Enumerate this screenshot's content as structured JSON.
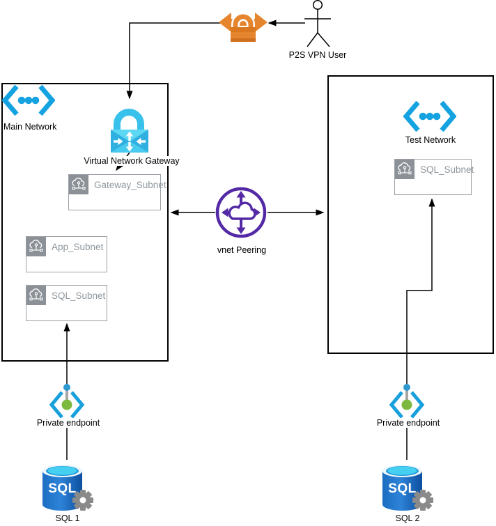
{
  "nodes": {
    "p2s_vpn_user": {
      "label": "P2S VPN User"
    },
    "main_network": {
      "label": "Main Network"
    },
    "virtual_network_gateway": {
      "label": "Virtual Network Gateway"
    },
    "gateway_subnet": {
      "label": "Gateway_Subnet"
    },
    "app_subnet": {
      "label": "App_Subnet"
    },
    "main_sql_subnet": {
      "label": "SQL_Subnet"
    },
    "test_network": {
      "label": "Test Network"
    },
    "test_sql_subnet": {
      "label": "SQL_Subnet"
    },
    "vnet_peering": {
      "label": "vnet Peering"
    },
    "private_endpoint_main": {
      "label": "Private endpoint"
    },
    "private_endpoint_test": {
      "label": "Private endpoint"
    },
    "sql_server_1": {
      "label": "SQL 1",
      "db_text": "SQL"
    },
    "sql_server_2": {
      "label": "SQL 2",
      "db_text": "SQL"
    }
  },
  "colors": {
    "azure_blue": "#14a3e0",
    "gateway_cyan": "#38c1ea",
    "peering_purple": "#5329a5",
    "vpn_orange": "#e5862f",
    "subnet_gray_text": "#8e969c",
    "subnet_badge_gray": "#8b9196",
    "endpoint_green": "#7cb93e",
    "sql_db_blue": "#1565c0",
    "connector_black": "#000000"
  }
}
